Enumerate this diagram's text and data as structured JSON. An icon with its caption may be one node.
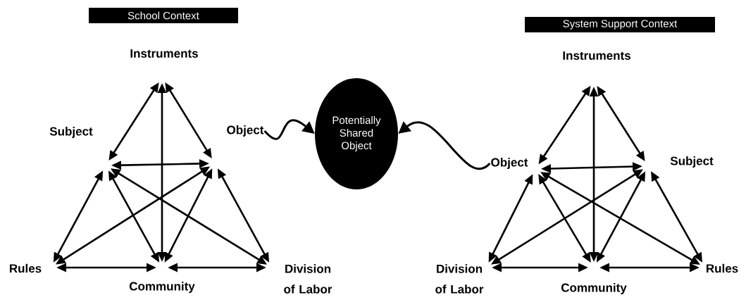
{
  "diagram": {
    "nodes": [
      {
        "text": [
          "School Context"
        ]
      },
      {
        "text": [
          "Instruments"
        ]
      },
      {
        "text": [
          "Subject"
        ]
      },
      {
        "text": [
          "Object"
        ]
      },
      {
        "text": [
          "Rules"
        ]
      },
      {
        "text": [
          "Community"
        ]
      },
      {
        "text": [
          "Division of Labor"
        ]
      },
      {
        "text": [
          "Potentially Shared Object"
        ]
      },
      {
        "text": [
          "System Support Context"
        ]
      },
      {
        "text": [
          "Instruments"
        ]
      },
      {
        "text": [
          "Object"
        ]
      },
      {
        "text": [
          "Subject"
        ]
      },
      {
        "text": [
          "Division of Labor"
        ]
      },
      {
        "text": [
          "Community"
        ]
      },
      {
        "text": [
          "Rules"
        ]
      }
    ],
    "edges": [
      {
        "from": 1,
        "to": 2,
        "arrow": "both"
      },
      {
        "from": 1,
        "to": 3,
        "arrow": "both"
      },
      {
        "from": 1,
        "to": 5,
        "arrow": "both"
      },
      {
        "from": 2,
        "to": 3,
        "arrow": "both"
      },
      {
        "from": 2,
        "to": 4,
        "arrow": "both"
      },
      {
        "from": 2,
        "to": 5,
        "arrow": "both"
      },
      {
        "from": 2,
        "to": 6,
        "arrow": "both"
      },
      {
        "from": 3,
        "to": 4,
        "arrow": "both"
      },
      {
        "from": 3,
        "to": 5,
        "arrow": "both"
      },
      {
        "from": 3,
        "to": 6,
        "arrow": "both"
      },
      {
        "from": 4,
        "to": 5,
        "arrow": "both"
      },
      {
        "from": 5,
        "to": 6,
        "arrow": "both"
      },
      {
        "from": 3,
        "to": 7,
        "arrow": "to"
      },
      {
        "from": 10,
        "to": 7,
        "arrow": "to"
      },
      {
        "from": 9,
        "to": 10,
        "arrow": "both"
      },
      {
        "from": 9,
        "to": 11,
        "arrow": "both"
      },
      {
        "from": 9,
        "to": 13,
        "arrow": "both"
      },
      {
        "from": 10,
        "to": 11,
        "arrow": "both"
      },
      {
        "from": 10,
        "to": 12,
        "arrow": "both"
      },
      {
        "from": 10,
        "to": 13,
        "arrow": "both"
      },
      {
        "from": 10,
        "to": 14,
        "arrow": "both"
      },
      {
        "from": 11,
        "to": 12,
        "arrow": "both"
      },
      {
        "from": 11,
        "to": 13,
        "arrow": "both"
      },
      {
        "from": 11,
        "to": 14,
        "arrow": "both"
      },
      {
        "from": 12,
        "to": 13,
        "arrow": "both"
      },
      {
        "from": 13,
        "to": 14,
        "arrow": "both"
      }
    ]
  }
}
